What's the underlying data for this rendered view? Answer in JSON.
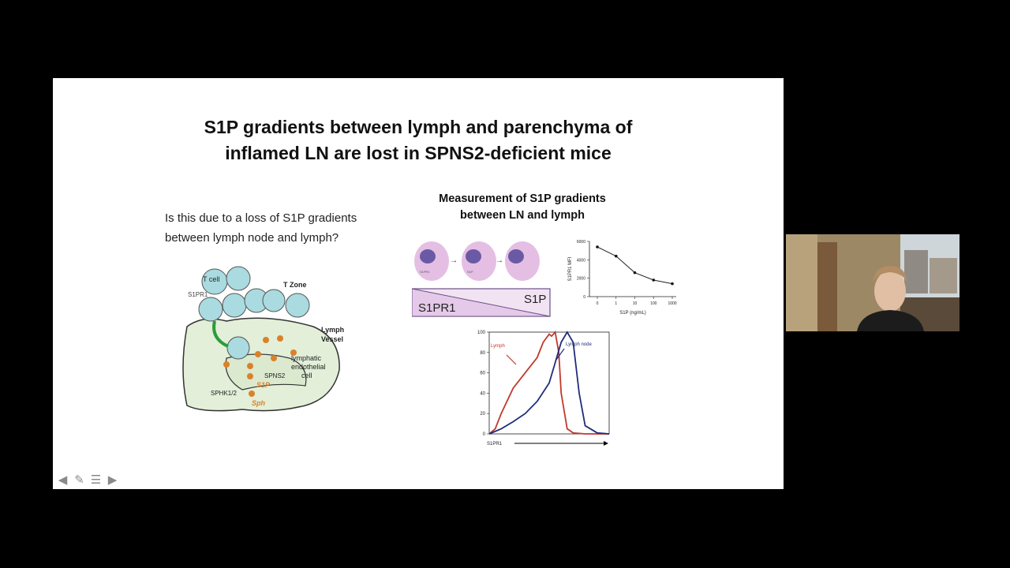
{
  "slide": {
    "title_line1": "S1P gradients between lymph and parenchyma of",
    "title_line2": "inflamed LN are lost in SPNS2-deficient mice",
    "question_line1": "Is this due to a loss of S1P gradients",
    "question_line2": "between lymph node and lymph?",
    "measurement_title_line1": "Measurement of S1P gradients",
    "measurement_title_line2": "between LN and lymph"
  },
  "diagram": {
    "t_cell": "T cell",
    "t_zone": "T Zone",
    "s1pr1": "S1PR1",
    "lymph_vessel_1": "Lymph",
    "lymph_vessel_2": "Vessel",
    "lec_1": "lymphatic",
    "lec_2": "endothelial",
    "lec_3": "cell",
    "spns2": "SPNS2",
    "sphk": "SPHK1/2",
    "s1p": "S1P",
    "sph": "Sph"
  },
  "gradient_schematic": {
    "cell_label_1": "S1PR1",
    "cell_label_2": "S1P",
    "left_label": "S1PR1",
    "right_label": "S1P"
  },
  "chart_data": [
    {
      "type": "line",
      "x": [
        0,
        1,
        10,
        100,
        1000
      ],
      "y": [
        5400,
        4400,
        2600,
        1800,
        1400
      ],
      "xlabel": "S1P (ng/mL)",
      "ylabel": "S1PR1 MFI",
      "xticks": [
        "0",
        "1",
        "10",
        "100",
        "1000"
      ],
      "yticks": [
        "0",
        "2000",
        "4000",
        "6000"
      ],
      "ylim": [
        0,
        6000
      ]
    },
    {
      "type": "line",
      "xlabel": "S1PR1",
      "yticks": [
        "0",
        "20",
        "40",
        "60",
        "80",
        "100"
      ],
      "ylim": [
        0,
        100
      ],
      "series": [
        {
          "name": "Lymph",
          "color": "#c0392b",
          "x": [
            0,
            5,
            10,
            20,
            30,
            40,
            45,
            50,
            52,
            55,
            58,
            60,
            65,
            70,
            80,
            100
          ],
          "y": [
            0,
            5,
            20,
            45,
            60,
            75,
            90,
            98,
            96,
            100,
            80,
            40,
            5,
            1,
            0,
            0
          ]
        },
        {
          "name": "Lymph node",
          "color": "#1f2d7a",
          "x": [
            0,
            10,
            20,
            30,
            40,
            50,
            55,
            60,
            65,
            70,
            75,
            80,
            90,
            100
          ],
          "y": [
            0,
            5,
            12,
            20,
            32,
            50,
            70,
            90,
            100,
            90,
            40,
            8,
            1,
            0
          ]
        }
      ]
    }
  ],
  "controls": {
    "prev": "prev-arrow-icon",
    "pen": "pen-icon",
    "menu": "menu-icon",
    "next": "next-arrow-icon"
  }
}
